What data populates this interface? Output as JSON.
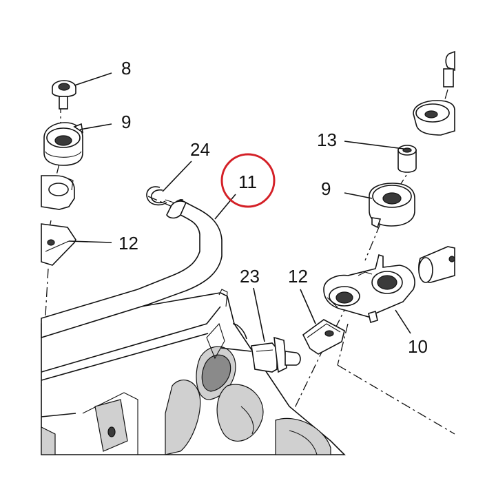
{
  "callouts": [
    {
      "id": "c8",
      "label": "8"
    },
    {
      "id": "c9a",
      "label": "9"
    },
    {
      "id": "c12a",
      "label": "12"
    },
    {
      "id": "c24",
      "label": "24"
    },
    {
      "id": "c11",
      "label": "11"
    },
    {
      "id": "c13",
      "label": "13"
    },
    {
      "id": "c9b",
      "label": "9"
    },
    {
      "id": "c23",
      "label": "23"
    },
    {
      "id": "c12b",
      "label": "12"
    },
    {
      "id": "c10",
      "label": "10"
    }
  ],
  "colors": {
    "highlight": "#d42027",
    "ink": "#111111",
    "background": "#ffffff"
  },
  "highlighted_part": "11"
}
